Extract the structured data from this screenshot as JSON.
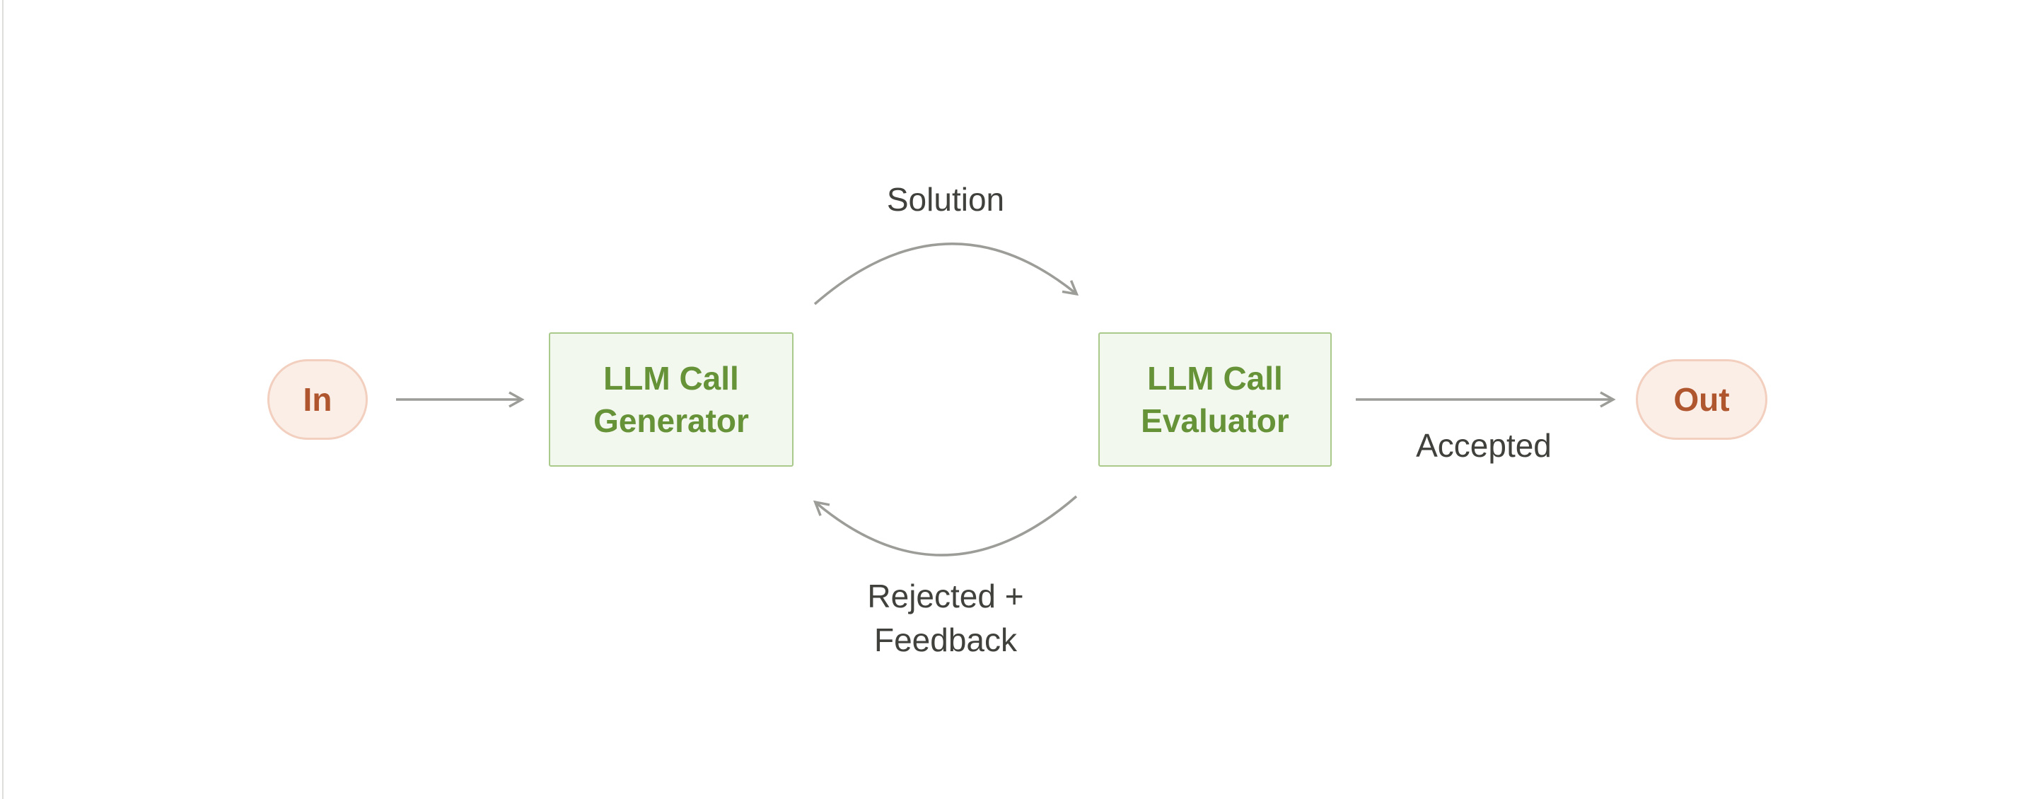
{
  "diagram": {
    "type": "flow-diagram",
    "nodes": {
      "in": {
        "label": "In",
        "shape": "pill"
      },
      "generator": {
        "label": "LLM Call\nGenerator",
        "shape": "box"
      },
      "evaluator": {
        "label": "LLM Call\nEvaluator",
        "shape": "box"
      },
      "out": {
        "label": "Out",
        "shape": "pill"
      }
    },
    "edges": [
      {
        "name": "in-to-generator",
        "label": ""
      },
      {
        "name": "generator-to-evaluator",
        "label": "Solution"
      },
      {
        "name": "evaluator-to-generator",
        "label": "Rejected +\nFeedback"
      },
      {
        "name": "evaluator-to-out",
        "label": "Accepted"
      }
    ],
    "colors": {
      "canvas_bg": "#ffffff",
      "pill_bg": "#fbeee7",
      "pill_border": "#f2cfbe",
      "pill_text": "#b0562f",
      "box_bg": "#f3f8ee",
      "box_border": "#a9ca8a",
      "box_text": "#669238",
      "arrow": "#9c9c98",
      "label_text": "#40403c",
      "page_edge": "#dededb"
    }
  }
}
